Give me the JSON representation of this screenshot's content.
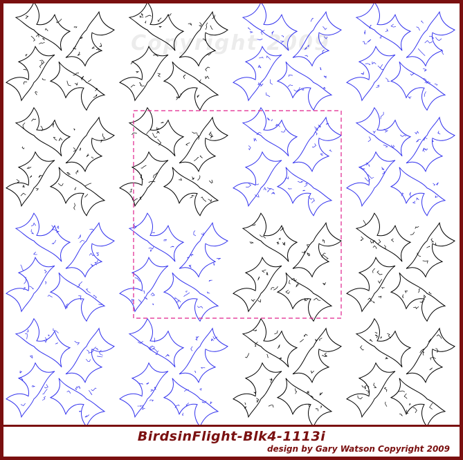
{
  "watermark": "Copyright 2009",
  "caption": {
    "title": "BirdsinFlight-Blk4-1113i",
    "subtitle": "design by Gary Watson Copyright 2009"
  },
  "colors": {
    "border": "#7a1010",
    "black_motif": "#000000",
    "blue_motif": "#3333ee",
    "guide": "#e0208c"
  },
  "motif_grid": {
    "blocks": [
      {
        "row": 0,
        "col": 0,
        "color": "black"
      },
      {
        "row": 0,
        "col": 1,
        "color": "blue"
      },
      {
        "row": 1,
        "col": 0,
        "color": "blue"
      },
      {
        "row": 1,
        "col": 1,
        "color": "black"
      }
    ]
  }
}
